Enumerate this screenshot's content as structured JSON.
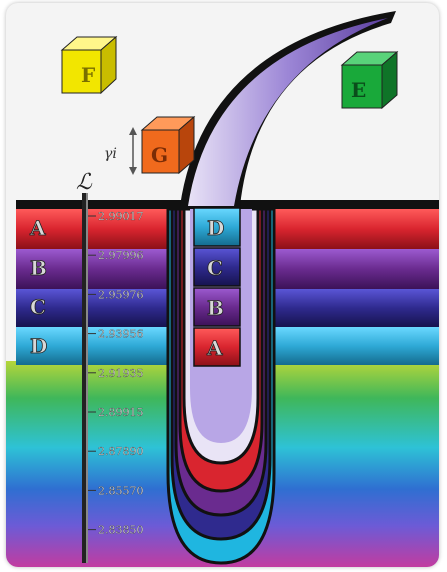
{
  "cubes": [
    {
      "label": "F",
      "color": "#f2e600"
    },
    {
      "label": "E",
      "color": "#19a93a"
    },
    {
      "label": "G",
      "color": "#f06a1d"
    }
  ],
  "gamma_label": "γi",
  "axis_label": "ℒ",
  "axis_values": [
    "2.99017",
    "2.97996",
    "2.95976",
    "2.93956",
    "2.91935",
    "2.89915",
    "2.87890",
    "2.85570",
    "2.83850"
  ],
  "left_layers": [
    {
      "label": "A",
      "color": "#d9252f"
    },
    {
      "label": "B",
      "color": "#6a2b8f"
    },
    {
      "label": "C",
      "color": "#2f2a8e"
    },
    {
      "label": "D",
      "color": "#2ea9d6"
    }
  ],
  "pit_layers": [
    {
      "label": "D",
      "color": "#2ea9d6"
    },
    {
      "label": "C",
      "color": "#2f2a8e"
    },
    {
      "label": "B",
      "color": "#6a2b8f"
    },
    {
      "label": "A",
      "color": "#d9252f"
    }
  ],
  "colors": {
    "background_top": "#ffffff",
    "arc": "#8a6bc2"
  }
}
